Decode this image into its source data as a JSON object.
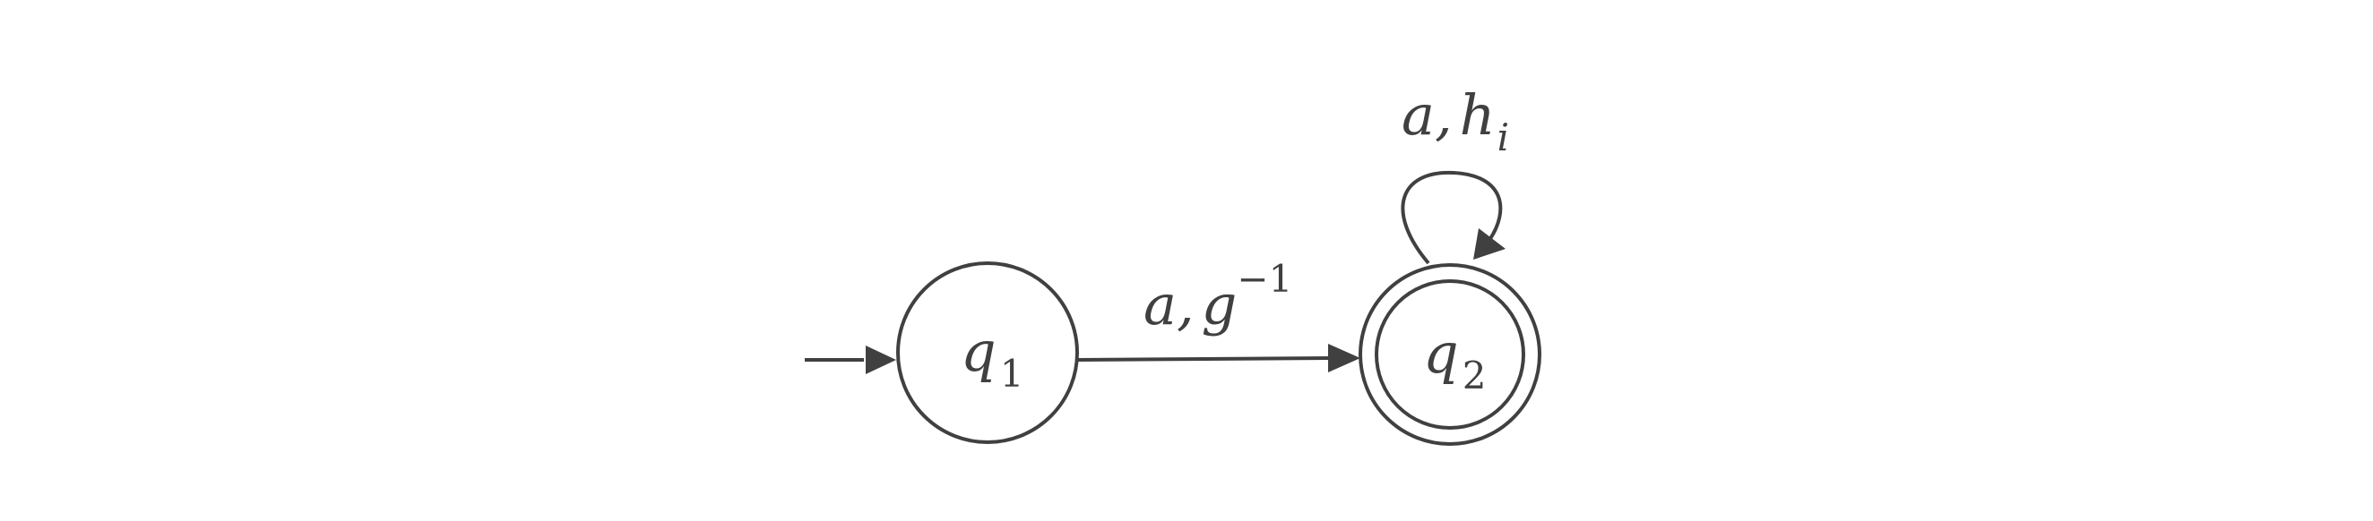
{
  "states": [
    {
      "id": "q1",
      "symbol": "q",
      "index": "1",
      "initial": true,
      "accepting": false
    },
    {
      "id": "q2",
      "symbol": "q",
      "index": "2",
      "initial": false,
      "accepting": true
    }
  ],
  "transitions": [
    {
      "from": "q1",
      "to": "q2",
      "input": "a,",
      "output_base": "g",
      "output_exp": "−1"
    },
    {
      "from": "q2",
      "to": "q2",
      "input": "a,",
      "output_base": "h",
      "output_sub": "i"
    }
  ],
  "colors": {
    "stroke": "#404040",
    "background": "#ffffff"
  }
}
